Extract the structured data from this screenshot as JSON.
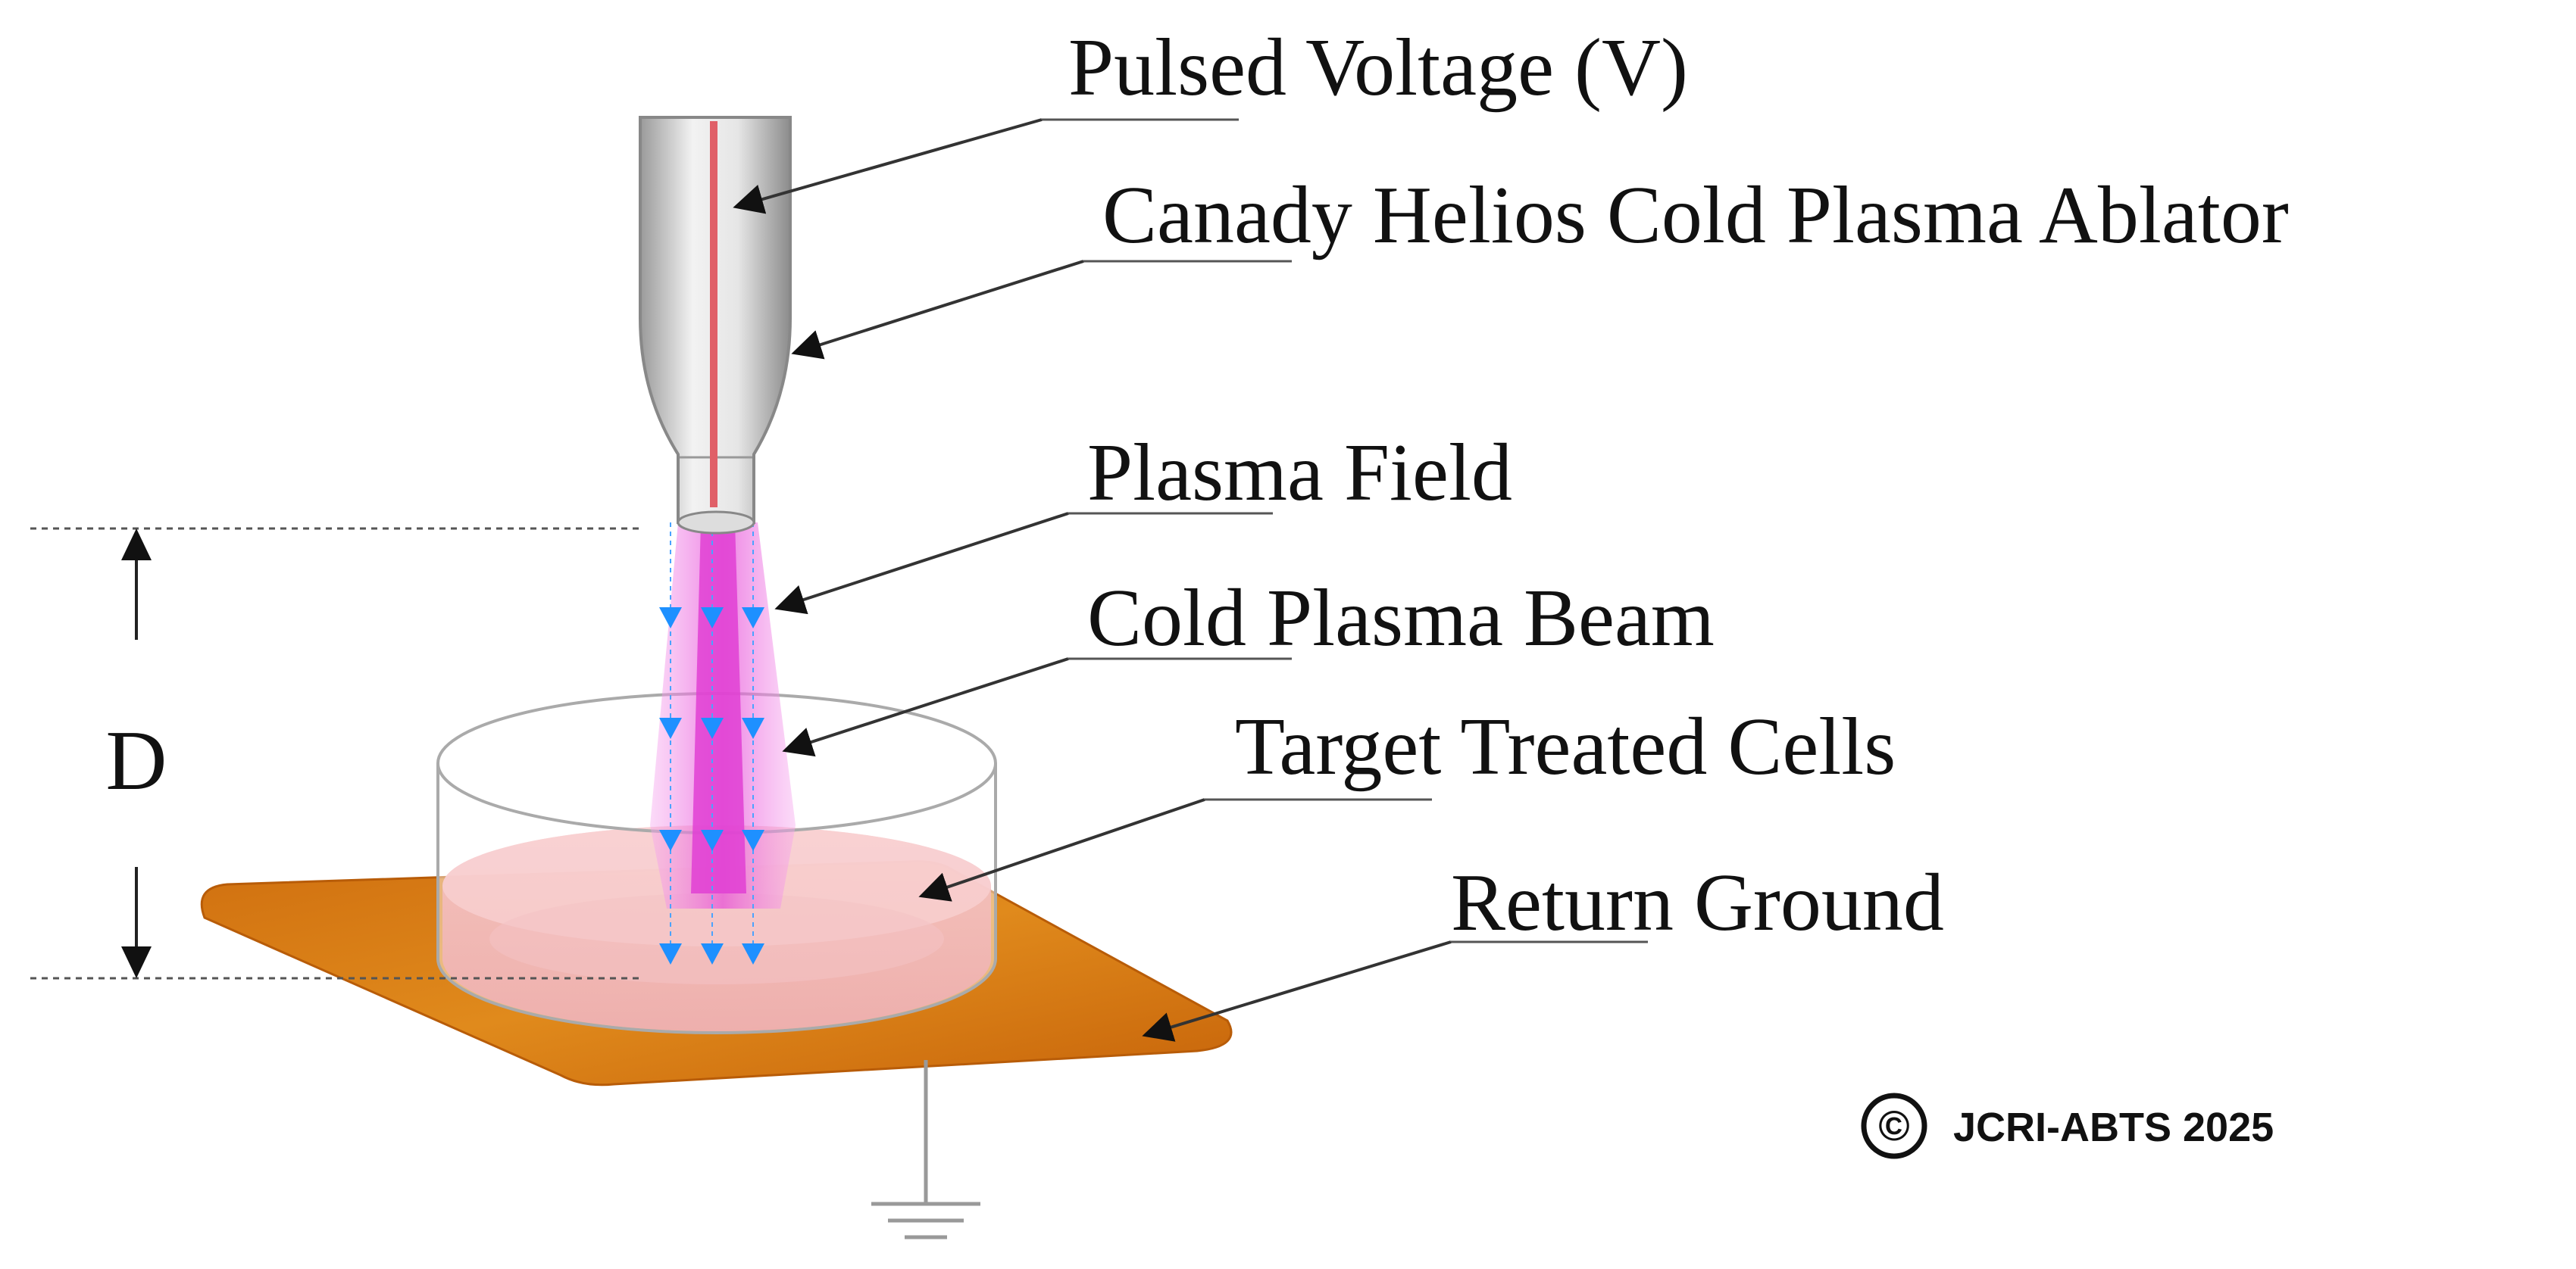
{
  "labels": {
    "pulsed_voltage": "Pulsed Voltage (V)",
    "ablator": "Canady Helios Cold Plasma Ablator",
    "plasma_field": "Plasma Field",
    "plasma_beam": "Cold Plasma Beam",
    "target_cells": "Target Treated Cells",
    "return_ground": "Return Ground"
  },
  "distance_label": "D",
  "copyright": {
    "symbol": "©",
    "text": "JCRI-ABTS 2025"
  },
  "colors": {
    "ground_plate": "#d97706",
    "plasma": "#e64ed8",
    "electrode": "#e06068",
    "flow_arrows": "#1e90ff",
    "cells": "#f2b8bc"
  }
}
